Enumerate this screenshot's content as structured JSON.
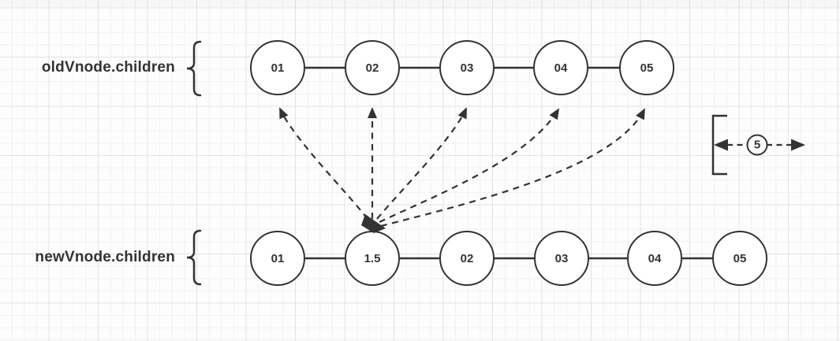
{
  "rows": {
    "old": {
      "label": "oldVnode.children",
      "nodes": [
        "01",
        "02",
        "03",
        "04",
        "05"
      ]
    },
    "new": {
      "label": "newVnode.children",
      "nodes": [
        "01",
        "1.5",
        "02",
        "03",
        "04",
        "05"
      ]
    }
  },
  "annotation": {
    "count": "5"
  },
  "colors": {
    "stroke": "#333333",
    "node_fill": "#ffffff",
    "text": "#333333",
    "canvas_background": "#fdfdfd",
    "grid_minor": "#f0f0f0",
    "grid_major": "#e3e3e3"
  }
}
